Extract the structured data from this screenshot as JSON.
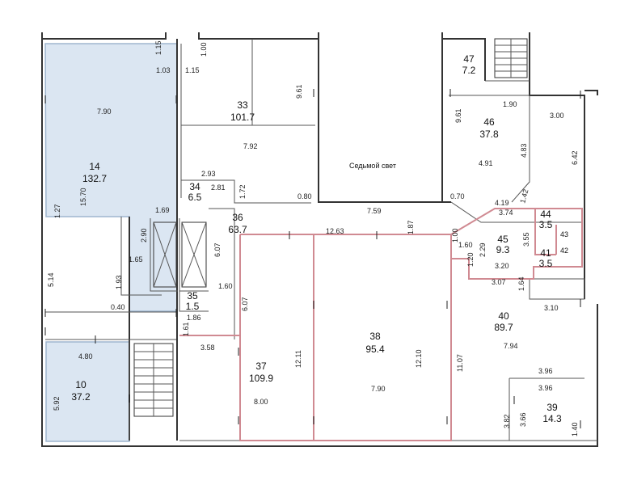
{
  "colors": {
    "wall": "#333333",
    "highlight_fill": "#dbe6f2",
    "highlight_stroke": "#9fb6cf",
    "red_outline": "#d08a92",
    "text": "#111111"
  },
  "note": "Седьмой свет",
  "rooms": [
    {
      "id": "r14",
      "number": "14",
      "area": "132.7"
    },
    {
      "id": "r10",
      "number": "10",
      "area": "37.2"
    },
    {
      "id": "r33",
      "number": "33",
      "area": "101.7"
    },
    {
      "id": "r34",
      "number": "34",
      "area": "6.5"
    },
    {
      "id": "r35",
      "number": "35",
      "area": "1.5"
    },
    {
      "id": "r36",
      "number": "36",
      "area": "63.7"
    },
    {
      "id": "r37",
      "number": "37",
      "area": "109.9"
    },
    {
      "id": "r38",
      "number": "38",
      "area": "95.4"
    },
    {
      "id": "r39",
      "number": "39",
      "area": "14.3"
    },
    {
      "id": "r40",
      "number": "40",
      "area": "89.7"
    },
    {
      "id": "r41",
      "number": "41",
      "area": "3.5"
    },
    {
      "id": "r42",
      "number": "42",
      "area": ""
    },
    {
      "id": "r43",
      "number": "43",
      "area": ""
    },
    {
      "id": "r44",
      "number": "44",
      "area": "3.5"
    },
    {
      "id": "r45",
      "number": "45",
      "area": "9.3"
    },
    {
      "id": "r46",
      "number": "46",
      "area": "37.8"
    },
    {
      "id": "r47",
      "number": "47",
      "area": "7.2"
    }
  ],
  "dimensions": [
    "1.15",
    "1.03",
    "1.00",
    "1.15",
    "7.90",
    "15.70",
    "1.27",
    "5.14",
    "1.69",
    "2.90",
    "1.65",
    "1.93",
    "0.40",
    "4.80",
    "5.92",
    "9.61",
    "7.92",
    "2.93",
    "2.81",
    "1.72",
    "0.80",
    "6.07",
    "6.07",
    "1.60",
    "1.86",
    "1.61",
    "3.58",
    "12.11",
    "8.00",
    "12.63",
    "12.10",
    "7.90",
    "11.07",
    "1.87",
    "7.59",
    "0.70",
    "9.61",
    "1.90",
    "3.00",
    "4.83",
    "4.91",
    "6.42",
    "4.19",
    "1.42",
    "3.74",
    "1.00",
    "1.60",
    "2.29",
    "1.20",
    "3.55",
    "3.20",
    "3.07",
    "1.64",
    "3.10",
    "7.94",
    "3.96",
    "3.96",
    "3.82",
    "3.66",
    "1.40"
  ]
}
